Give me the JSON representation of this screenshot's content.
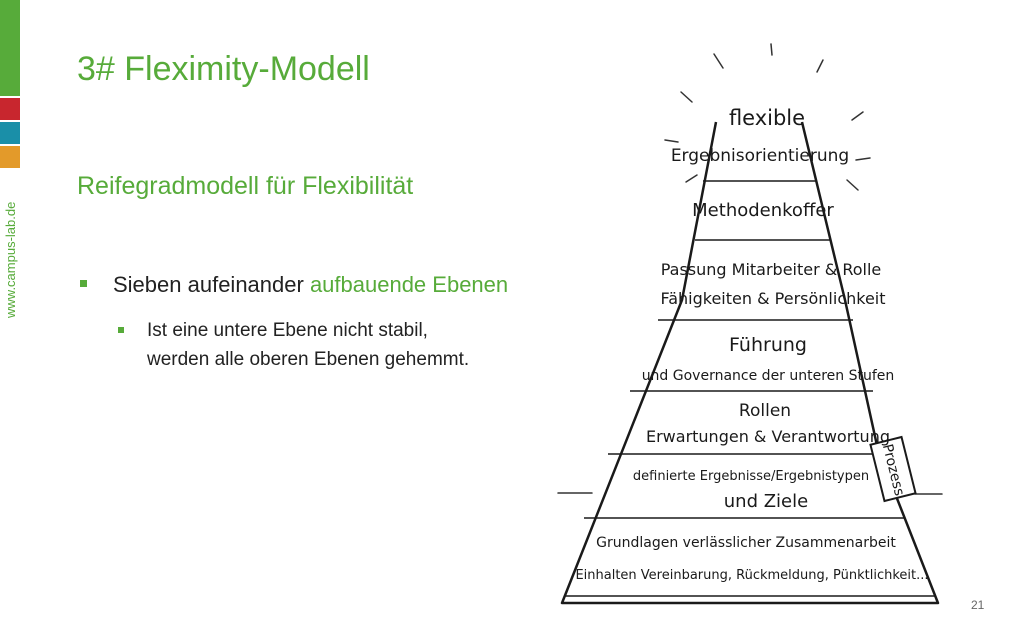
{
  "sidebar": {
    "url": "www.campus-lab.de"
  },
  "slide": {
    "title": "3# Fleximity-Modell",
    "subtitle": "Reifegradmodell für Flexibilität",
    "bullet1_text": "Sieben aufeinander ",
    "bullet1_highlight": "aufbauende Ebenen",
    "bullet2_line1": "Ist eine untere Ebene nicht stabil,",
    "bullet2_line2": "werden alle oberen Ebenen gehemmt.",
    "page_number": "21"
  },
  "pyramid": {
    "levels": [
      {
        "line1": "flexible",
        "line2": "Ergebnisorientierung"
      },
      {
        "line1": "Methodenkoffer"
      },
      {
        "line1": "Passung Mitarbeiter & Rolle",
        "line2": "Fähigkeiten & Persönlichkeit"
      },
      {
        "line1": "Führung",
        "line2": "und Governance der unteren Stufen"
      },
      {
        "line1": "Rollen",
        "line2": "Erwartungen & Verantwortung"
      },
      {
        "line1": "definierte Ergebnisse/Ergebnistypen",
        "line2": "und Ziele"
      },
      {
        "line1": "Grundlagen verlässlicher Zusammenarbeit",
        "line2": "Einhalten Vereinbarung, Rückmeldung, Pünktlichkeit..."
      }
    ],
    "process_label": "Prozess"
  },
  "colors": {
    "accent": "#57ab3a",
    "red": "#c8262e",
    "teal": "#1a8fa8",
    "orange": "#e39a2a"
  }
}
